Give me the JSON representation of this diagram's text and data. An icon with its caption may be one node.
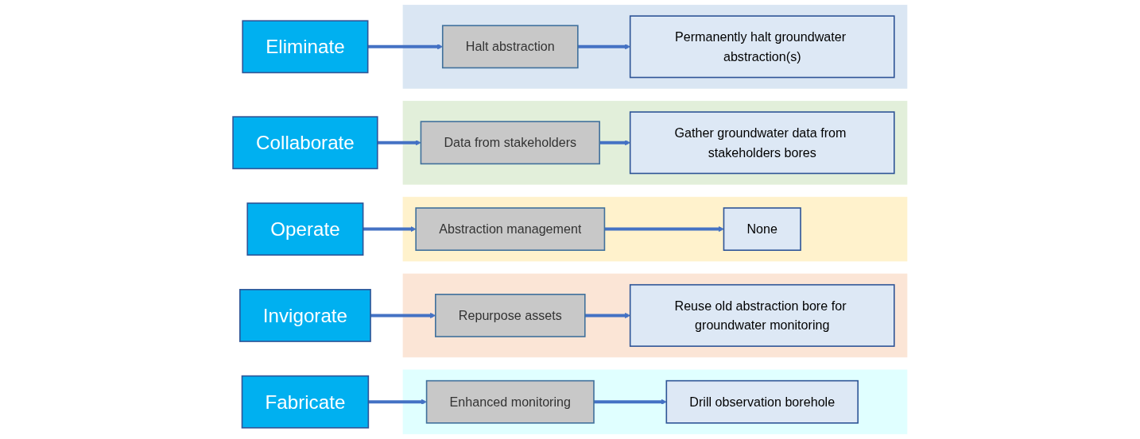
{
  "diagram": {
    "nodes": [
      {
        "text": [
          "Eliminate"
        ]
      },
      {
        "text": [],
        "shape": "band"
      },
      {
        "text": [
          "Halt abstraction"
        ],
        "in": 1
      },
      {
        "text": [
          "Permanently halt groundwater abstraction(s)"
        ],
        "in": 1
      },
      {
        "text": [
          "Collaborate"
        ]
      },
      {
        "text": [],
        "shape": "band"
      },
      {
        "text": [
          "Data from stakeholders"
        ],
        "in": 5
      },
      {
        "text": [
          "Gather groundwater data from stakeholders bores"
        ],
        "in": 5
      },
      {
        "text": [
          "Operate"
        ]
      },
      {
        "text": [],
        "shape": "band"
      },
      {
        "text": [
          "Abstraction management"
        ],
        "in": 9
      },
      {
        "text": [
          "None"
        ],
        "in": 9
      },
      {
        "text": [
          "Invigorate"
        ]
      },
      {
        "text": [],
        "shape": "band"
      },
      {
        "text": [
          "Repurpose assets"
        ],
        "in": 13
      },
      {
        "text": [
          "Reuse old abstraction bore for groundwater monitoring"
        ],
        "in": 13
      },
      {
        "text": [
          "Fabricate"
        ]
      },
      {
        "text": [],
        "shape": "band"
      },
      {
        "text": [
          "Enhanced monitoring"
        ],
        "in": 17
      },
      {
        "text": [
          "Drill observation borehole"
        ],
        "in": 17
      }
    ],
    "edges": [
      {
        "from": 0,
        "to": 2,
        "arrow": "to"
      },
      {
        "from": 2,
        "to": 3,
        "arrow": "to"
      },
      {
        "from": 4,
        "to": 6,
        "arrow": "to"
      },
      {
        "from": 6,
        "to": 7,
        "arrow": "to"
      },
      {
        "from": 8,
        "to": 10,
        "arrow": "to"
      },
      {
        "from": 10,
        "to": 11,
        "arrow": "to"
      },
      {
        "from": 12,
        "to": 14,
        "arrow": "to"
      },
      {
        "from": 14,
        "to": 15,
        "arrow": "to"
      },
      {
        "from": 16,
        "to": 18,
        "arrow": "to"
      },
      {
        "from": 18,
        "to": 19,
        "arrow": "to"
      }
    ]
  }
}
